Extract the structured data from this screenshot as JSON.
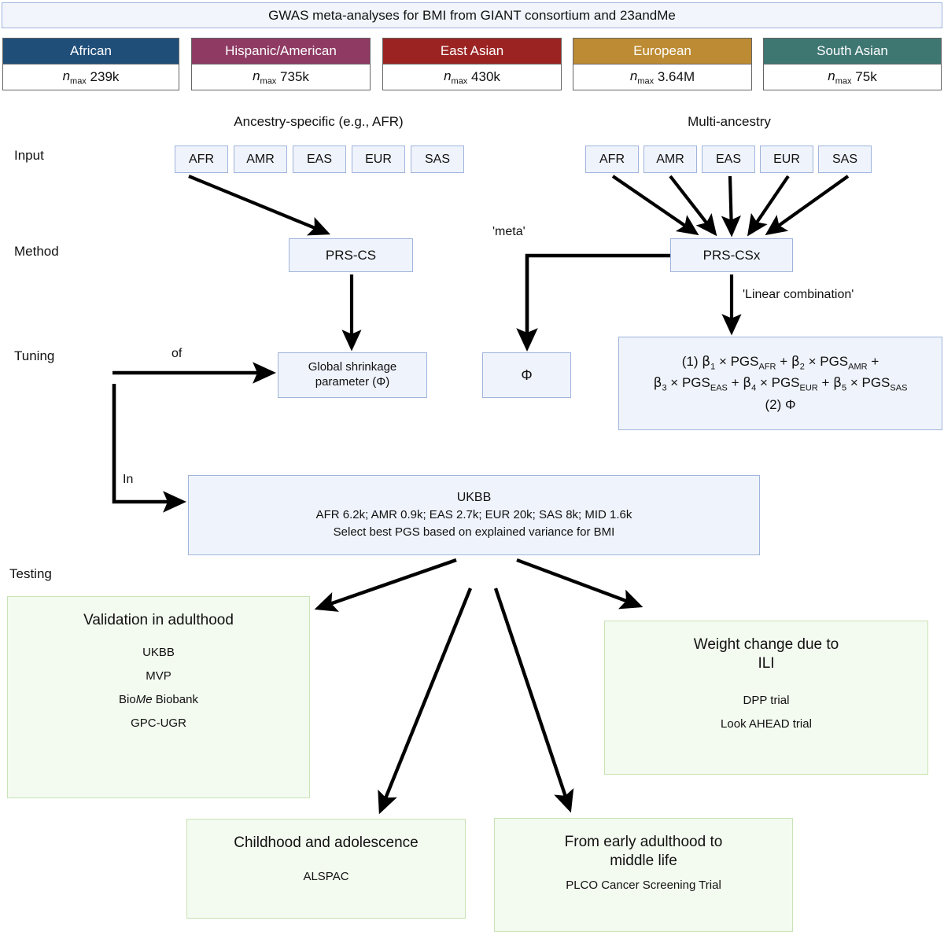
{
  "header": {
    "title": "GWAS meta-analyses for BMI from GIANT consortium and 23andMe"
  },
  "ancestries": [
    {
      "name": "African",
      "color": "#1F4E79",
      "n_label": "n",
      "n_sub": "max",
      "n_value": "239k"
    },
    {
      "name": "Hispanic/American",
      "color": "#8E3A63",
      "n_label": "n",
      "n_sub": "max",
      "n_value": "735k"
    },
    {
      "name": "East Asian",
      "color": "#9B2423",
      "n_label": "n",
      "n_sub": "max",
      "n_value": "430k"
    },
    {
      "name": "European",
      "color": "#BD8B33",
      "n_label": "n",
      "n_sub": "max",
      "n_value": "3.64M"
    },
    {
      "name": "South Asian",
      "color": "#3E7672",
      "n_label": "n",
      "n_sub": "max",
      "n_value": "75k"
    }
  ],
  "row_labels": {
    "input": "Input",
    "method": "Method",
    "tuning": "Tuning",
    "testing": "Testing"
  },
  "captions": {
    "ancestry_specific": "Ancestry-specific (e.g., AFR)",
    "multi_ancestry": "Multi-ancestry"
  },
  "input_chips": {
    "ancestry_specific": [
      "AFR",
      "AMR",
      "EAS",
      "EUR",
      "SAS"
    ],
    "multi_ancestry": [
      "AFR",
      "AMR",
      "EAS",
      "EUR",
      "SAS"
    ]
  },
  "methods": {
    "prs_cs": "PRS-CS",
    "prs_csx": "PRS-CSx"
  },
  "edge_labels": {
    "meta": "'meta'",
    "linear_combination": "'Linear combination'",
    "of": "of",
    "in": "In"
  },
  "tuning": {
    "global_shrinkage_line1": "Global shrinkage",
    "global_shrinkage_line2": "parameter (Φ)",
    "phi": "Φ",
    "formula": {
      "line1_prefix": "(1) ",
      "line1": "β₁ × PGSAFR + β₂ × PGSAMR +",
      "line2": "β₃ × PGSEAS + β₄ × PGSEUR + β₅ × PGSSAS",
      "line3": "(2) Φ",
      "terms": [
        {
          "index": "1",
          "pgs": "PGS",
          "sub": "AFR"
        },
        {
          "index": "2",
          "pgs": "PGS",
          "sub": "AMR"
        },
        {
          "index": "3",
          "pgs": "PGS",
          "sub": "EAS"
        },
        {
          "index": "4",
          "pgs": "PGS",
          "sub": "EUR"
        },
        {
          "index": "5",
          "pgs": "PGS",
          "sub": "SAS"
        }
      ]
    }
  },
  "ukbb": {
    "title": "UKBB",
    "counts": "AFR 6.2k; AMR 0.9k; EAS 2.7k; EUR 20k; SAS 8k; MID 1.6k",
    "selection": "Select best PGS based on explained variance for BMI"
  },
  "testing_boxes": [
    {
      "title": "Validation in adulthood",
      "items": [
        "UKBB",
        "MVP",
        "BioMe Biobank",
        "GPC-UGR"
      ],
      "items_rich": [
        {
          "text": "UKBB"
        },
        {
          "text": "MVP"
        },
        {
          "pre": "Bio",
          "italic": "Me",
          "post": " Biobank"
        },
        {
          "text": "GPC-UGR"
        }
      ]
    },
    {
      "title_line1": "Weight change due to",
      "title_line2": "ILI",
      "items": [
        "DPP trial",
        "Look AHEAD trial"
      ]
    },
    {
      "title": "Childhood and adolescence",
      "items": [
        "ALSPAC"
      ]
    },
    {
      "title_line1": "From early adulthood to",
      "title_line2": "middle life",
      "items": [
        "PLCO Cancer Screening Trial"
      ]
    }
  ],
  "colors": {
    "box_fill": "#EFF3FB",
    "box_border": "#9FB4DC",
    "green_fill": "#F3FAEF",
    "green_border": "#C9E3B6",
    "arrow": "#000000"
  }
}
